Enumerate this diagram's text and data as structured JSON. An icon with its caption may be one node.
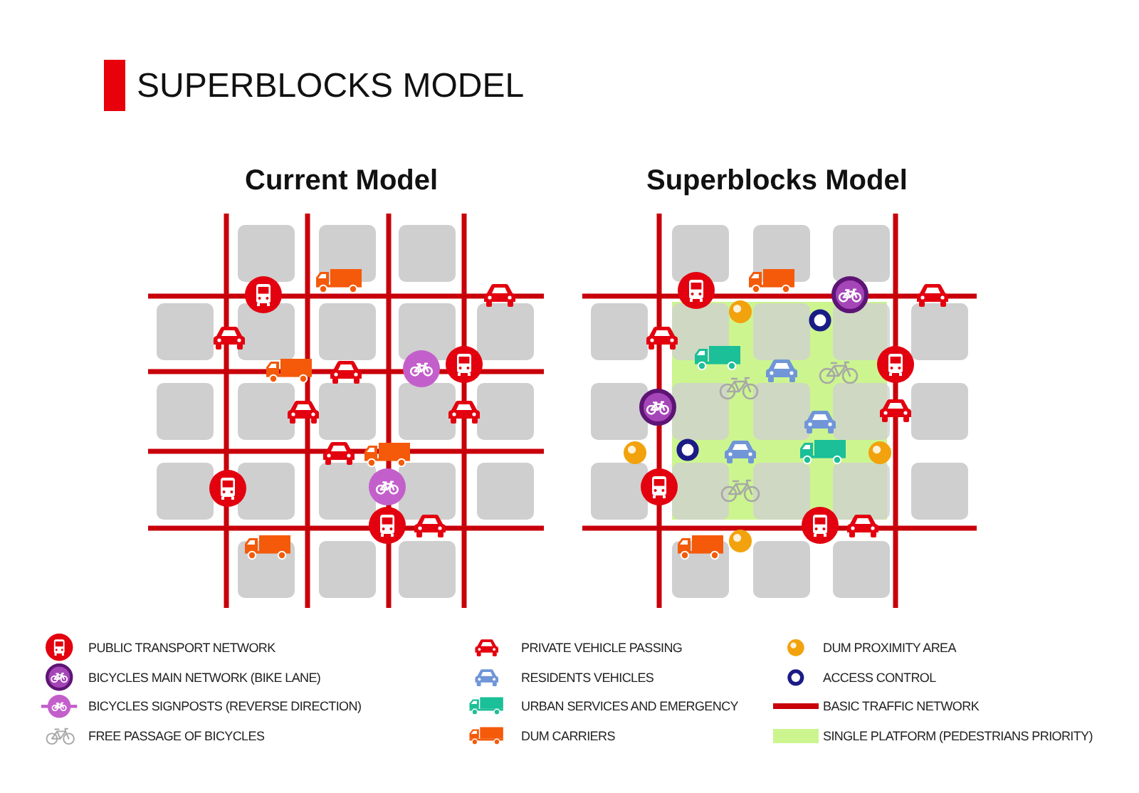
{
  "diagram": {
    "title": "SUPERBLOCKS MODEL",
    "labels": [
      "Current Model",
      "Superblocks Model"
    ],
    "legend": [
      {
        "text": "PUBLIC TRANSPORT NETWORK"
      },
      {
        "text": "BICYCLES MAIN NETWORK (BIKE LANE)"
      },
      {
        "text": "BICYCLES SIGNPOSTS (REVERSE DIRECTION)"
      },
      {
        "text": "FREE PASSAGE OF BICYCLES"
      },
      {
        "text": "PRIVATE VEHICLE PASSING"
      },
      {
        "text": "RESIDENTS VEHICLES"
      },
      {
        "text": "URBAN SERVICES AND EMERGENCY"
      },
      {
        "text": "DUM CARRIERS"
      },
      {
        "text": "DUM PROXIMITY AREA"
      },
      {
        "text": "ACCESS CONTROL"
      },
      {
        "text": "BASIC TRAFFIC NETWORK"
      },
      {
        "text": "SINGLE PLATFORM (PEDESTRIANS PRIORITY)",
        "color": "#ccf590"
      }
    ]
  }
}
